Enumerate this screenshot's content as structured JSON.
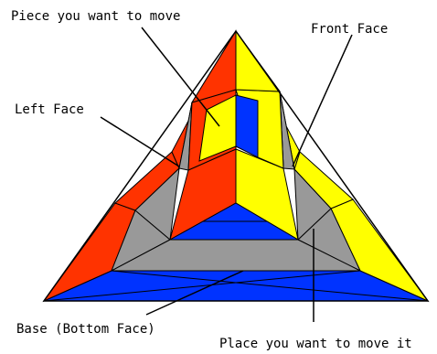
{
  "labels": {
    "piece": "Piece you want to move",
    "front": "Front Face",
    "left": "Left Face",
    "base": "Base (Bottom Face)",
    "place": "Place you want to move it"
  },
  "colors": {
    "red": "#ff3300",
    "yellow": "#ffff00",
    "blue": "#0033ff",
    "gray": "#999999",
    "outline": "#000000"
  }
}
